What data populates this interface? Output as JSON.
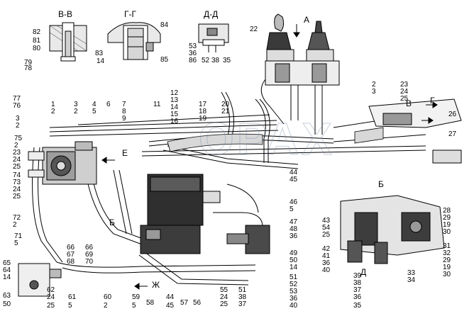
{
  "sections": [
    "В-В",
    "Г-Г",
    "Д-Д",
    "А",
    "Б",
    "Е",
    "Ж",
    "Г",
    "В",
    "Д",
    "Б"
  ],
  "watermark": "ОРАХ",
  "callouts": [
    "82",
    "81",
    "80",
    "79",
    "78",
    "84",
    "83",
    "14",
    "85",
    "53",
    "36",
    "86",
    "52",
    "38",
    "35",
    "22",
    "77",
    "76",
    "3",
    "2",
    "1",
    "2",
    "3",
    "2",
    "4",
    "5",
    "6",
    "7",
    "8",
    "9",
    "11",
    "12",
    "13",
    "14",
    "15",
    "16",
    "17",
    "18",
    "19",
    "20",
    "21",
    "2",
    "3",
    "23",
    "24",
    "25",
    "26",
    "27",
    "75",
    "2",
    "23",
    "24",
    "25",
    "74",
    "73",
    "24",
    "25",
    "44",
    "45",
    "46",
    "5",
    "72",
    "2",
    "71",
    "5",
    "65",
    "64",
    "14",
    "63",
    "50",
    "62",
    "24",
    "25",
    "61",
    "5",
    "60",
    "2",
    "59",
    "5",
    "58",
    "44",
    "45",
    "57",
    "56",
    "55",
    "24",
    "25",
    "51",
    "38",
    "37",
    "66",
    "67",
    "68",
    "66",
    "69",
    "70",
    "47",
    "48",
    "36",
    "49",
    "50",
    "14",
    "51",
    "52",
    "53",
    "36",
    "40",
    "43",
    "54",
    "25",
    "42",
    "41",
    "36",
    "40",
    "28",
    "29",
    "19",
    "30",
    "31",
    "32",
    "29",
    "19",
    "30",
    "39",
    "38",
    "37",
    "36",
    "35",
    "33",
    "34"
  ]
}
